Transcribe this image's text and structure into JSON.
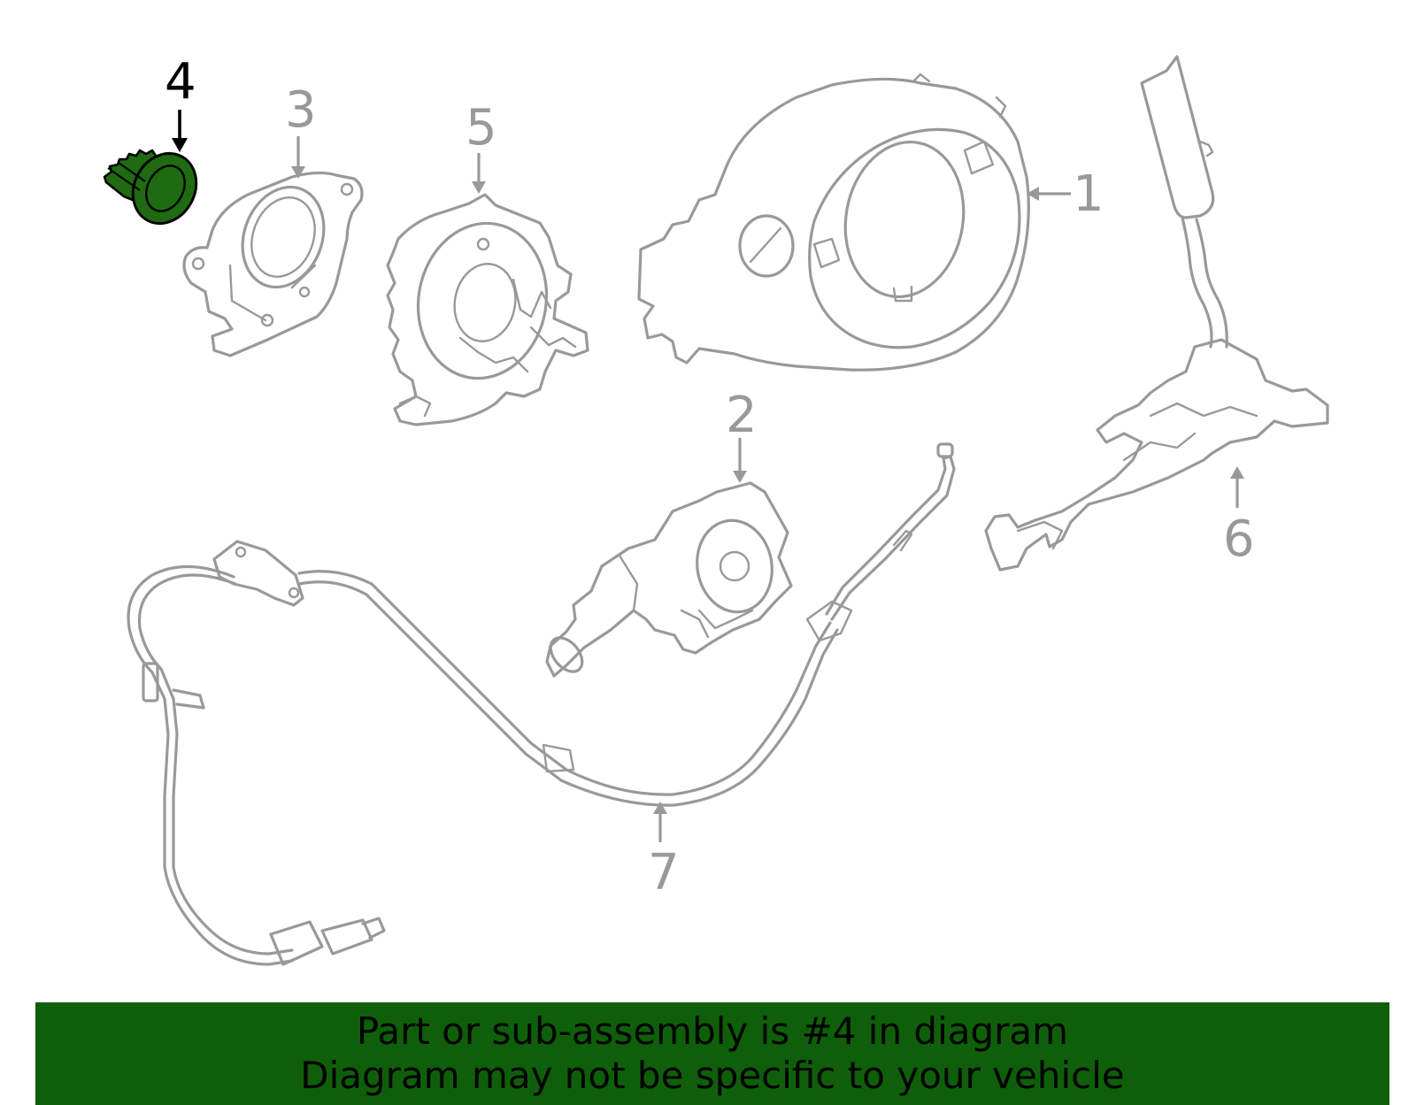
{
  "diagram": {
    "highlight_color": "#1f6b12",
    "line_color": "#999999",
    "callouts": [
      {
        "id": "1",
        "label": "1",
        "highlighted": false
      },
      {
        "id": "2",
        "label": "2",
        "highlighted": false
      },
      {
        "id": "3",
        "label": "3",
        "highlighted": false
      },
      {
        "id": "4",
        "label": "4",
        "highlighted": true
      },
      {
        "id": "5",
        "label": "5",
        "highlighted": false
      },
      {
        "id": "6",
        "label": "6",
        "highlighted": false
      },
      {
        "id": "7",
        "label": "7",
        "highlighted": false
      }
    ]
  },
  "banner": {
    "line1": "Part or sub-assembly is #4 in diagram",
    "line2": "Diagram may not be specific to your vehicle",
    "background": "#0f5f0a"
  }
}
